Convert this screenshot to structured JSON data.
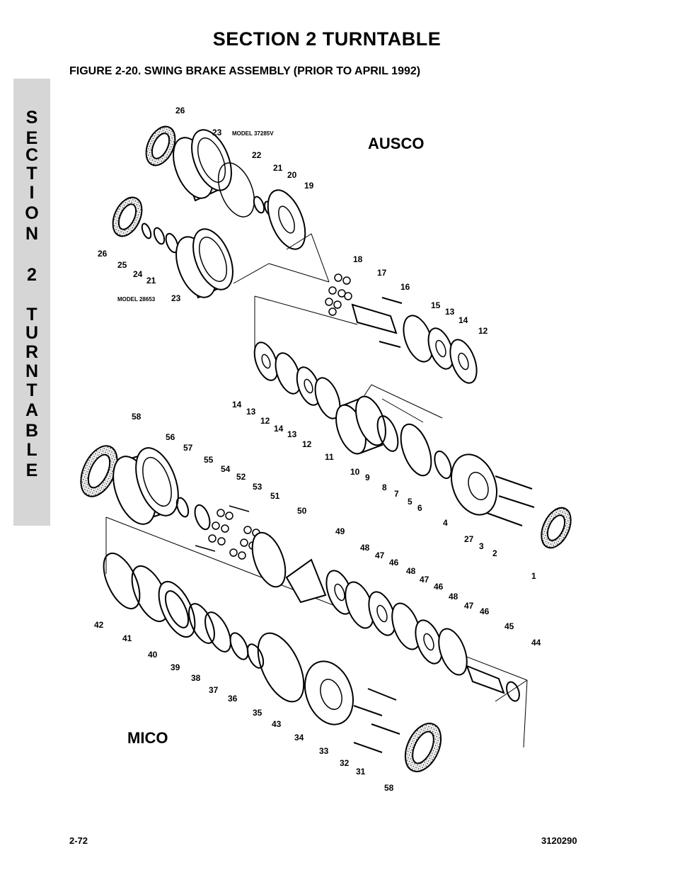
{
  "header": {
    "section_title": "SECTION 2  TURNTABLE",
    "figure_title": "FIGURE 2-20.  SWING BRAKE ASSEMBLY (PRIOR TO APRIL 1992)"
  },
  "side_tab": {
    "letters": [
      "S",
      "E",
      "C",
      "T",
      "I",
      "O",
      "N",
      "2",
      "T",
      "U",
      "R",
      "N",
      "T",
      "A",
      "B",
      "L",
      "E"
    ]
  },
  "diagram": {
    "brand_top": "AUSCO",
    "brand_bottom": "MICO",
    "model_top": "MODEL 37285V",
    "model_left": "MODEL 28653",
    "callouts": [
      "26",
      "23",
      "22",
      "21",
      "20",
      "19",
      "26",
      "25",
      "24",
      "21",
      "23",
      "18",
      "17",
      "16",
      "15",
      "13",
      "14",
      "12",
      "14",
      "13",
      "12",
      "14",
      "13",
      "12",
      "11",
      "10",
      "9",
      "8",
      "7",
      "5",
      "6",
      "4",
      "27",
      "3",
      "2",
      "1",
      "58",
      "56",
      "57",
      "55",
      "54",
      "52",
      "53",
      "51",
      "50",
      "49",
      "48",
      "47",
      "46",
      "48",
      "47",
      "46",
      "48",
      "47",
      "46",
      "45",
      "44",
      "42",
      "41",
      "40",
      "39",
      "38",
      "37",
      "36",
      "35",
      "43",
      "34",
      "33",
      "32",
      "31",
      "58"
    ]
  },
  "footer": {
    "page_number": "2-72",
    "doc_number": "3120290"
  }
}
